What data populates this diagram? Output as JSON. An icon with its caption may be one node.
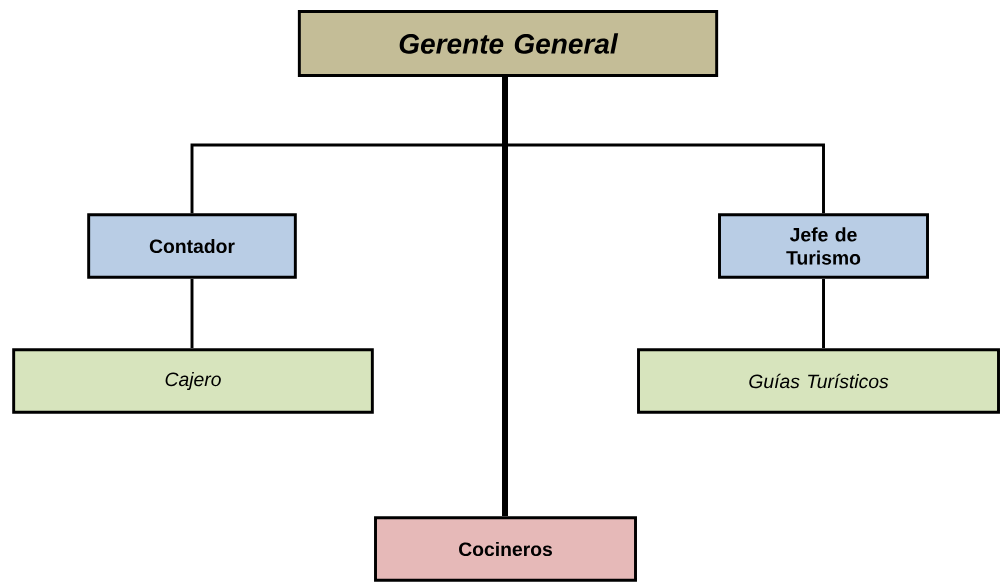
{
  "diagram": {
    "nodes": [
      {
        "text": [
          "Gerente General"
        ]
      },
      {
        "text": [
          "Contador"
        ]
      },
      {
        "text": [
          "Jefe de Turismo"
        ]
      },
      {
        "text": [
          "Cajero"
        ]
      },
      {
        "text": [
          "Guías Turísticos"
        ]
      },
      {
        "text": [
          "Cocineros"
        ]
      }
    ],
    "edges": [
      {
        "from": 0,
        "to": 1,
        "arrow": "none"
      },
      {
        "from": 0,
        "to": 2,
        "arrow": "none"
      },
      {
        "from": 1,
        "to": 3,
        "arrow": "none"
      },
      {
        "from": 2,
        "to": 4,
        "arrow": "none"
      },
      {
        "from": 0,
        "to": 5,
        "arrow": "none",
        "style": "thick"
      }
    ]
  }
}
